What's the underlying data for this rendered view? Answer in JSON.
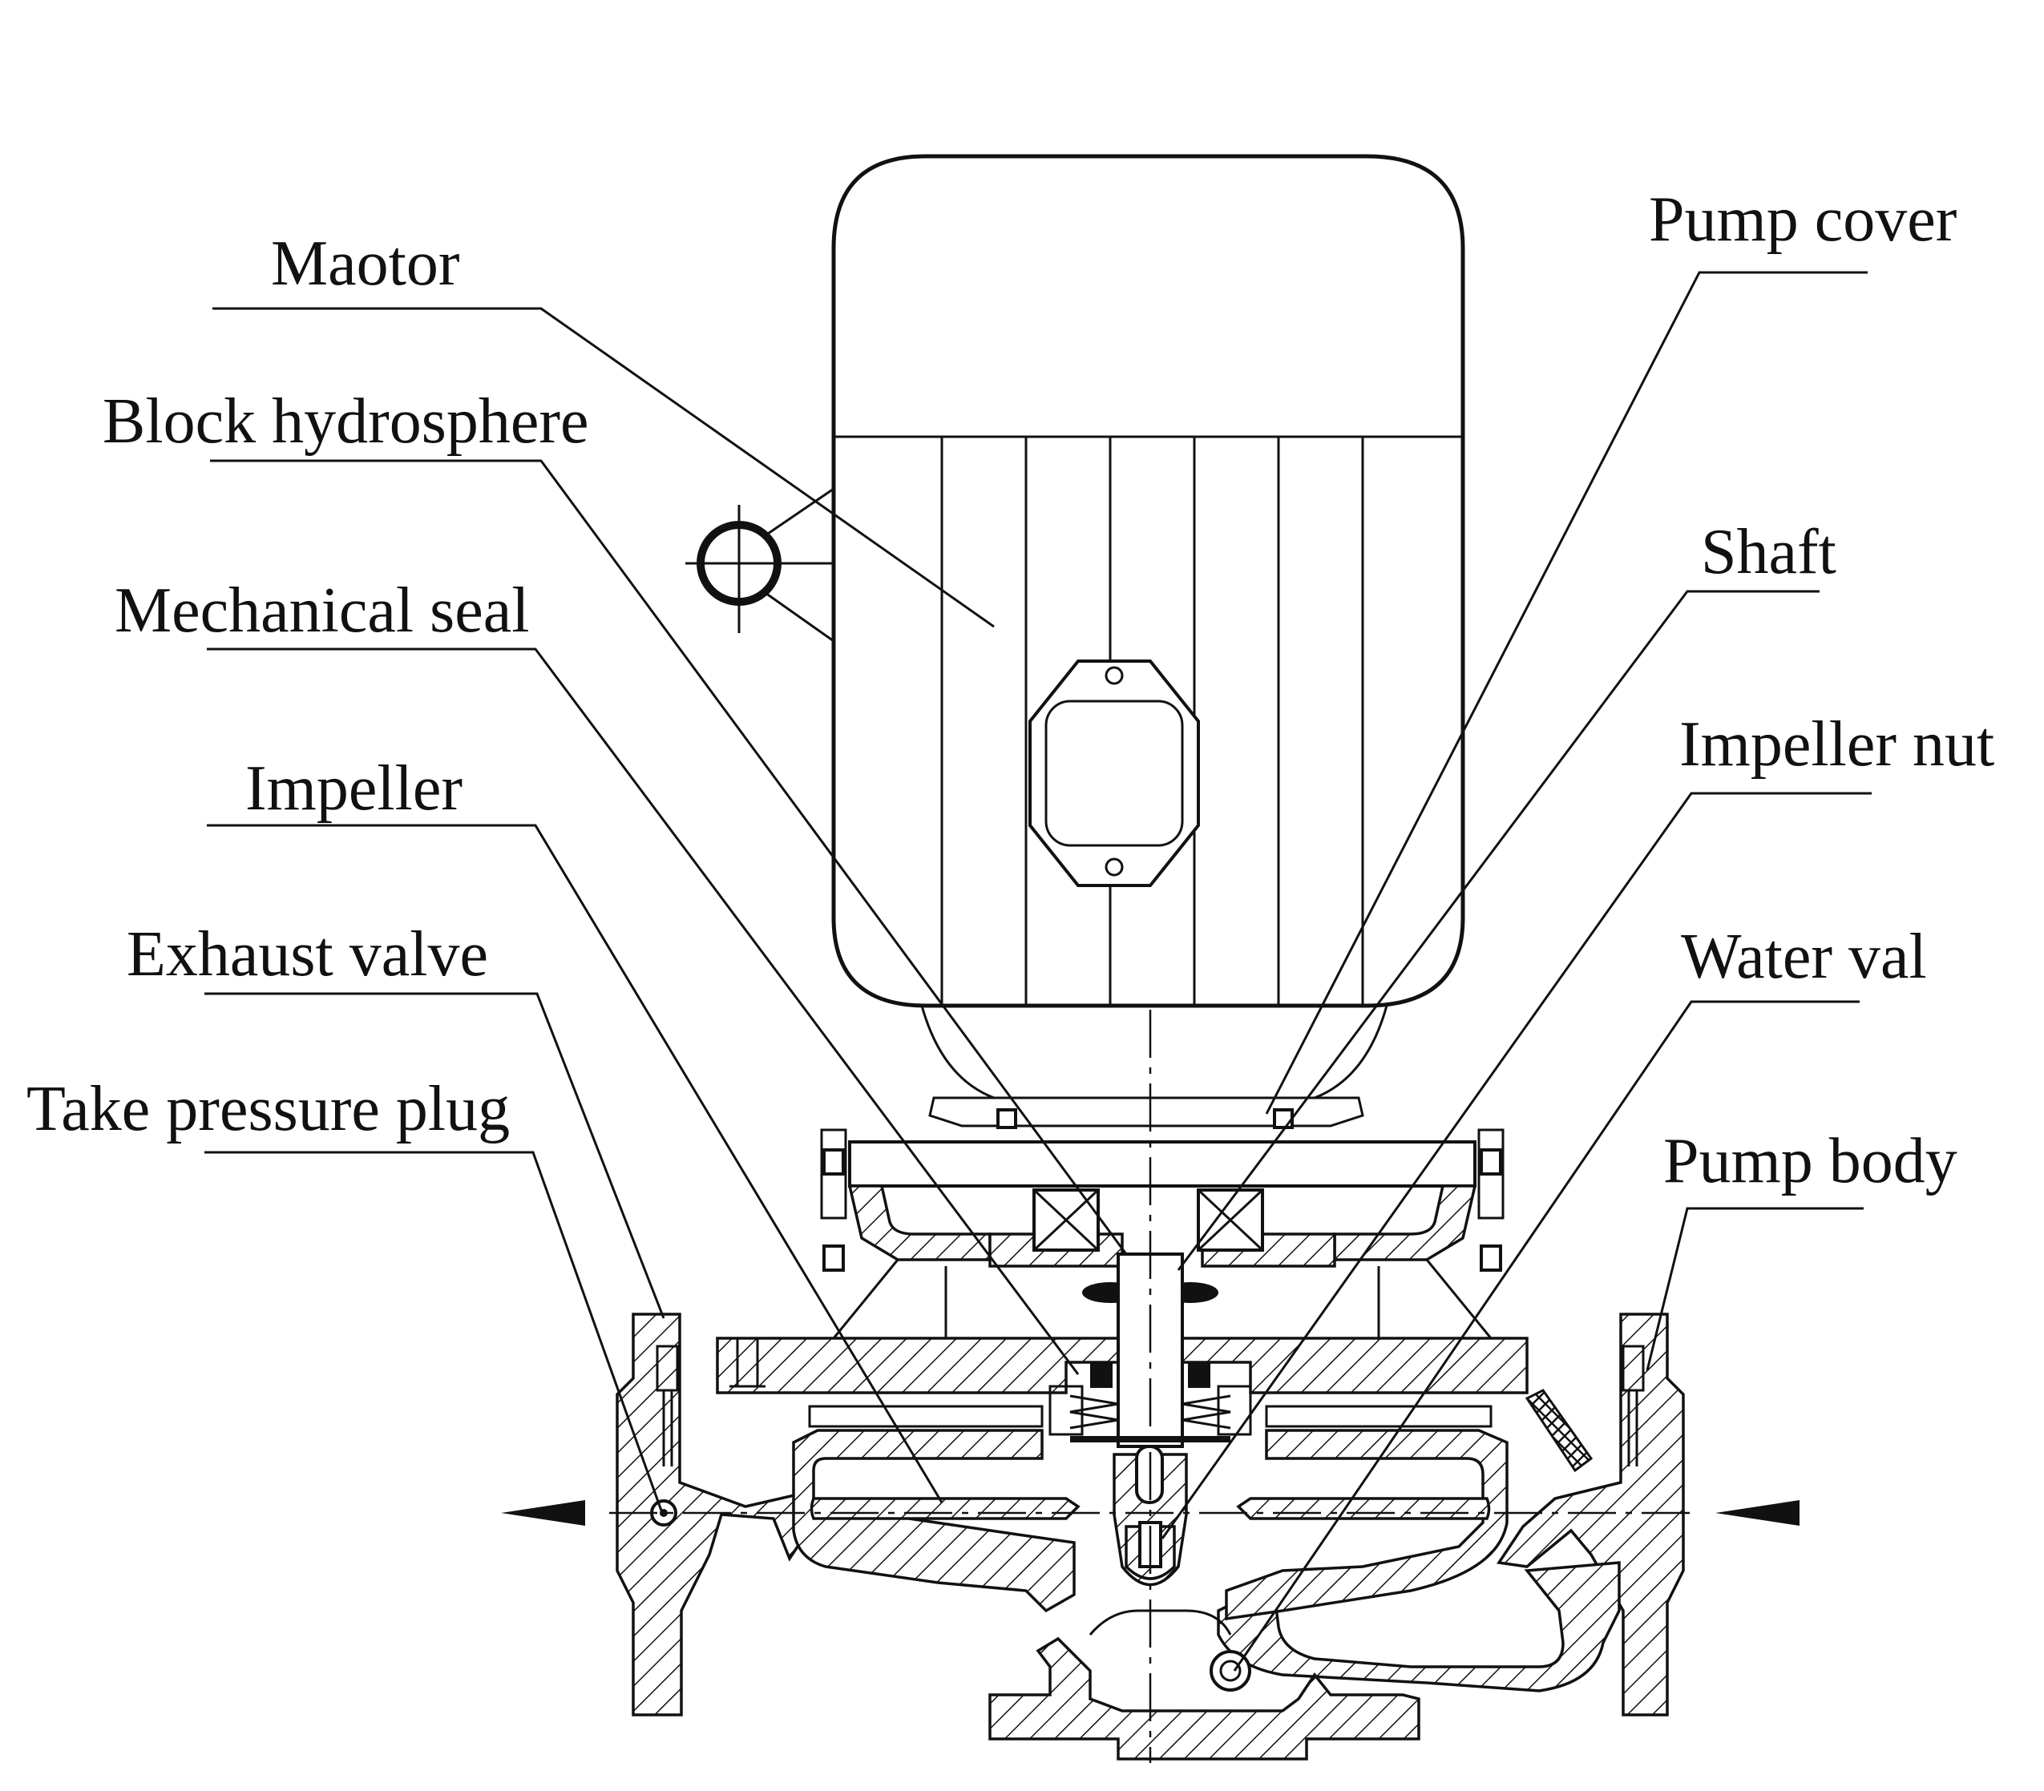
{
  "diagram": {
    "labels_left": [
      "Maotor",
      "Block hydrosphere",
      "Mechanical seal",
      "Impeller",
      "Exhaust valve",
      "Take pressure plug"
    ],
    "labels_right": [
      "Pump cover",
      "Shaft",
      "Impeller nut",
      "Water val",
      "Pump body"
    ],
    "flow_arrows": [
      "flow-arrow-left",
      "flow-arrow-right"
    ]
  }
}
